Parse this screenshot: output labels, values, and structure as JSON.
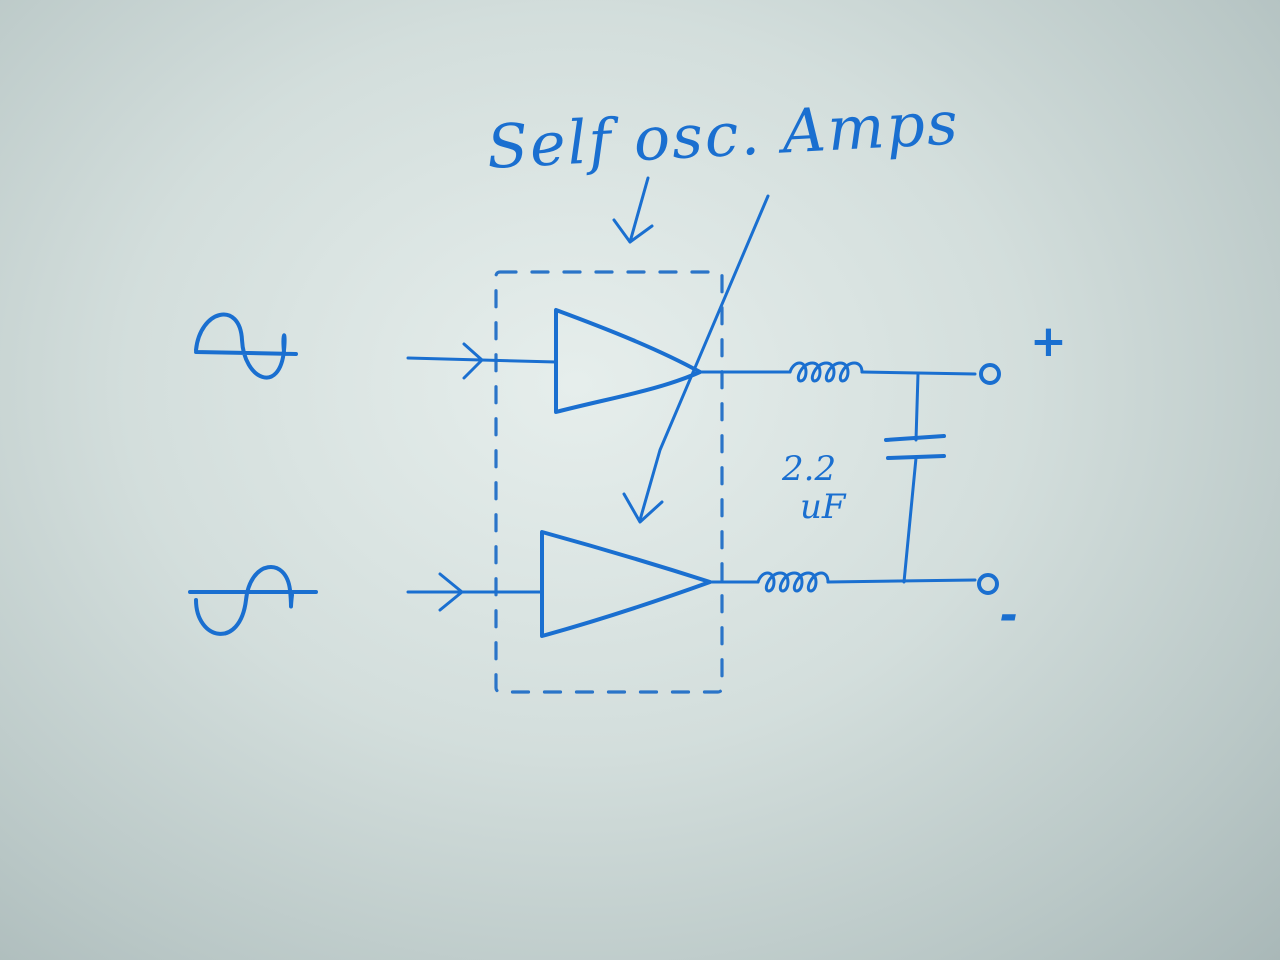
{
  "title": "Self osc. Amps",
  "capacitor_label_line1": "2.2",
  "capacitor_label_line2": "uF",
  "terminal_positive": "+",
  "terminal_negative": "-",
  "ink_color": "#1a6fd0"
}
